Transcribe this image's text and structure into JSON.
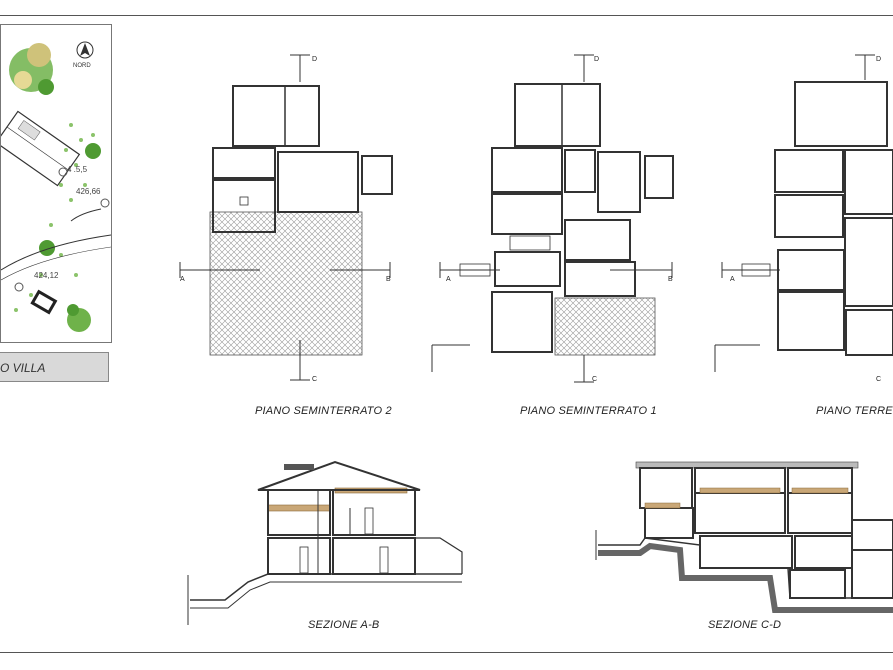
{
  "site": {
    "north_label": "NORD",
    "label": "O VILLA",
    "elevations": [
      "4 .5,5",
      "426,66",
      "424,12"
    ]
  },
  "plans": [
    {
      "title": "PIANO SEMINTERRATO 2"
    },
    {
      "title": "PIANO SEMINTERRATO 1"
    },
    {
      "title": "PIANO TERRE"
    }
  ],
  "markers": {
    "a": "A",
    "b": "B",
    "c": "C",
    "d": "D"
  },
  "sections": [
    {
      "title": "SEZIONE A-B"
    },
    {
      "title": "SEZIONE C-D"
    }
  ],
  "colors": {
    "line": "#333333",
    "hatch": "#9a9a9a",
    "wood": "#c9a777",
    "tree": "#5aa33b"
  }
}
